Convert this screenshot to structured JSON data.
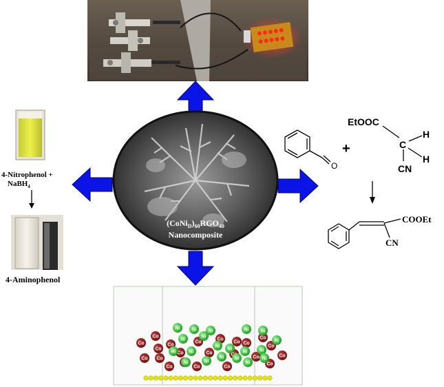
{
  "center": {
    "line1_prefix": "(CoNi",
    "line1_sub1": "D",
    "line1_close": ")",
    "line1_sub2": "60",
    "line1_rgo": "RGO",
    "line1_sub3": "40",
    "line2": "Nanocomposite"
  },
  "left": {
    "reactant_line1": "4-Nitrophenol  +",
    "reactant_line2": "NaBH",
    "reactant_line2_sub": "4",
    "product": "4-Aminophenol"
  },
  "right": {
    "reagent_ester": "EtOOC",
    "reagent_c": "C",
    "reagent_h1": "H",
    "reagent_h2": "H",
    "reagent_cn": "CN",
    "plus": "+",
    "aldehyde_o": "O",
    "product_cooet": "COOEt",
    "product_cn": "CN"
  },
  "bottom": {
    "co_label": "Co",
    "ni_label": "Ni",
    "co_color": "#8b1a1a",
    "ni_color": "#2ecc2e",
    "substrate_color": "#e6e600"
  },
  "colors": {
    "arrow_blue": "#0a14e6",
    "led_red": "#ff2a1a"
  }
}
